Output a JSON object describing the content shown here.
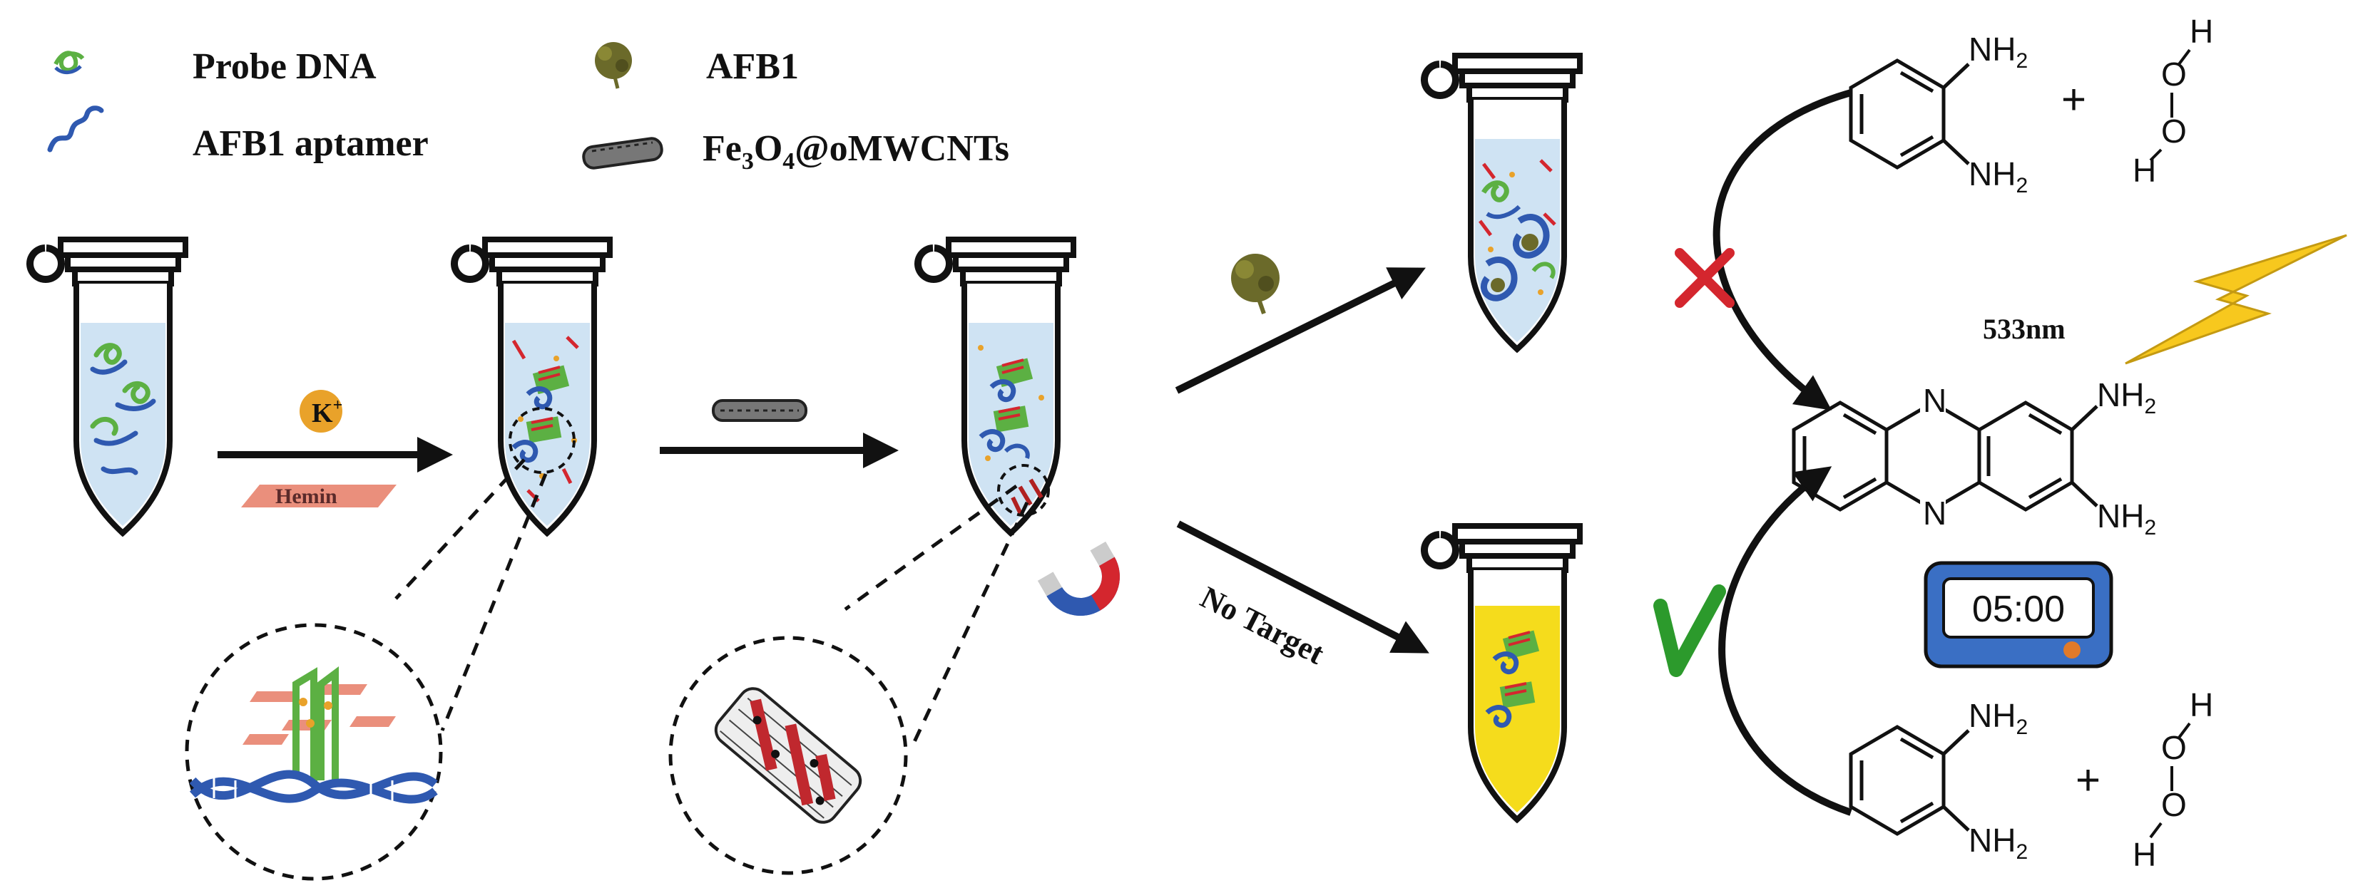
{
  "legend": {
    "probe_dna": "Probe DNA",
    "aptamer": "AFB1 aptamer",
    "afb1": "AFB1",
    "nanotube_prefix": "Fe",
    "nanotube_sub1": "3",
    "nanotube_mid": "O",
    "nanotube_sub2": "4",
    "nanotube_suffix": "@oMWCNTs"
  },
  "steps": {
    "potassium": "K",
    "potassium_charge": "+",
    "hemin": "Hemin",
    "no_target": "No Target"
  },
  "reaction": {
    "nh2": "NH",
    "nh2_sub": "2",
    "h": "H",
    "o": "O",
    "n": "N",
    "plus": "+",
    "wavelength": "533nm",
    "timer": "05:00"
  },
  "colors": {
    "liquid": "#cfe3f3",
    "yellow_liquid": "#f5dc1c",
    "dna_green": "#5cb043",
    "dna_blue": "#2f59b0",
    "hemin": "#ea8f7c",
    "cross": "#d4262e",
    "check": "#2c9a2c",
    "lightning": "#f7c81e",
    "timer": "#3a6fc4"
  }
}
